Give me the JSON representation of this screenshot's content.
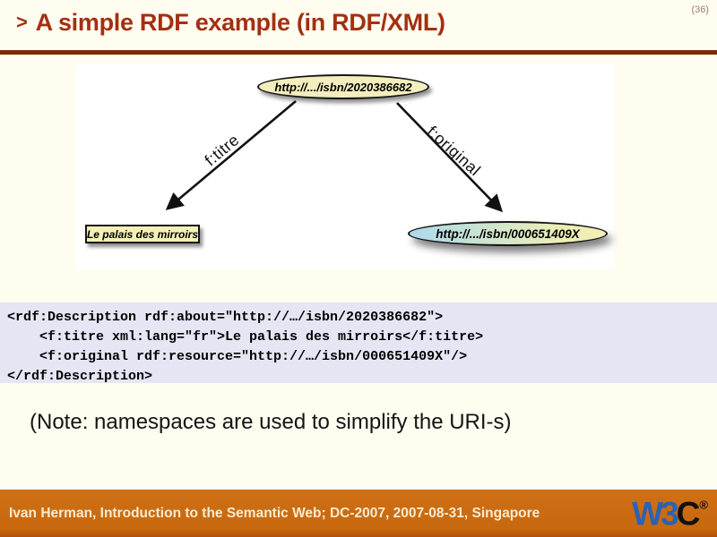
{
  "page_number": "(36)",
  "title": {
    "marker": ">",
    "text": "A simple RDF example (in RDF/XML)"
  },
  "diagram": {
    "top_node": "http://.../isbn/2020386682",
    "left_node": "Le palais des mirroirs",
    "right_node": "http://.../isbn/000651409X",
    "edge_left_label": "f:titre",
    "edge_right_label": "f:original"
  },
  "code": {
    "text": "<rdf:Description rdf:about=\"http://…/isbn/2020386682\">\n    <f:titre xml:lang=\"fr\">Le palais des mirroirs</f:titre>\n    <f:original rdf:resource=\"http://…/isbn/000651409X\"/>\n</rdf:Description>"
  },
  "note": "(Note: namespaces are used to simplify the URI-s)",
  "footer": {
    "text": "Ivan Herman, Introduction to the Semantic Web; DC-2007, 2007-08-31, Singapore",
    "logo_w3": "W3",
    "logo_c": "C",
    "logo_reg": "®"
  },
  "colors": {
    "title": "#a33012",
    "rule": "#7d2a05",
    "code_background": "#e5e5f4",
    "footer_background": "#c8680f",
    "footer_text": "#f7ecd3",
    "w3c_blue": "#2b62b4",
    "node_fill": "#f3eebd",
    "node_gradient_left": "#aed8ec",
    "node_gradient_right": "#f2efb6"
  }
}
